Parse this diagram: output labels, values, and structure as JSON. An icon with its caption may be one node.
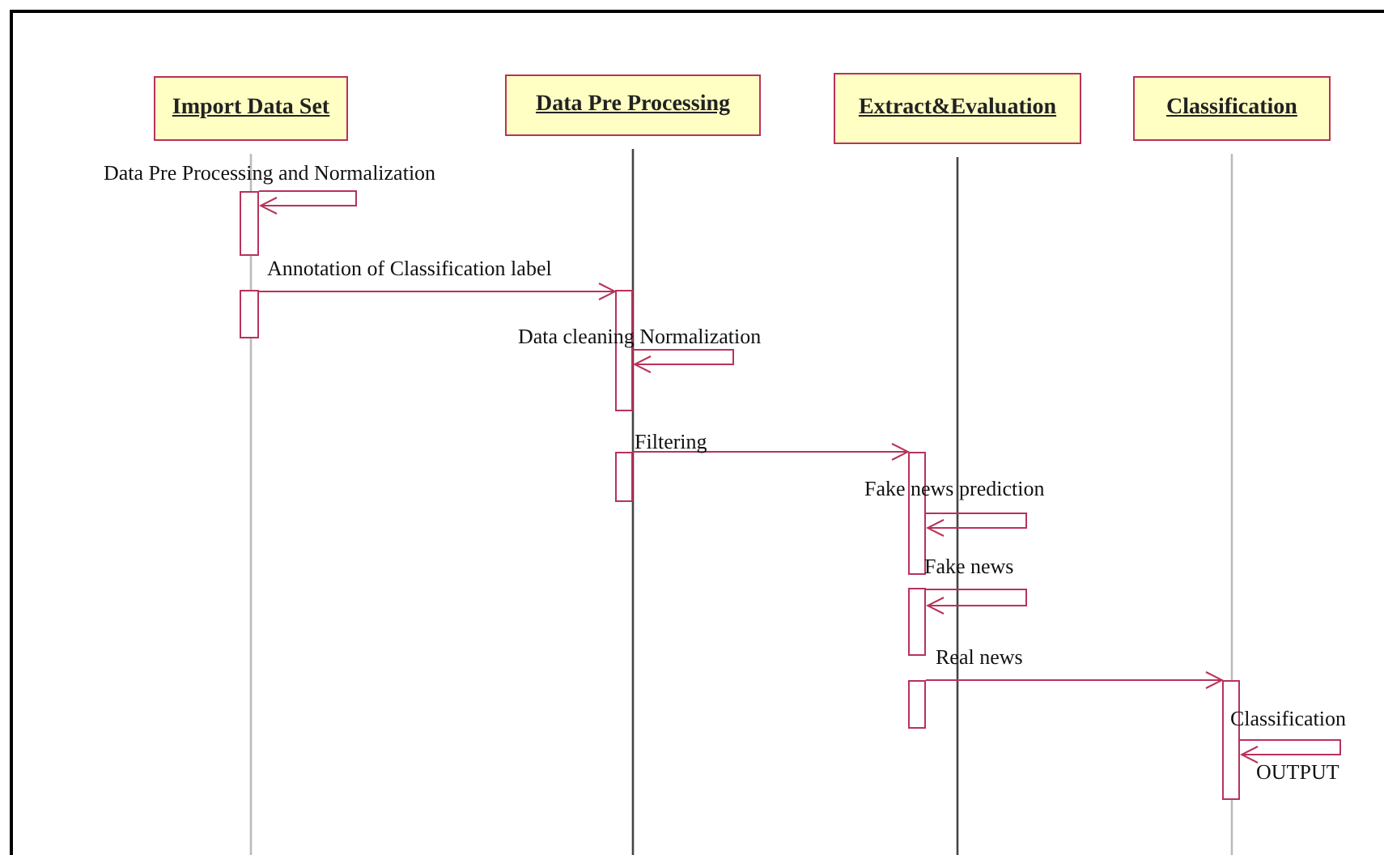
{
  "diagram": {
    "nodes": [
      {
        "text": [
          "Import Data Set"
        ]
      },
      {
        "text": [
          "Data Pre Processing"
        ]
      },
      {
        "text": [
          "Extract&Evaluation"
        ]
      },
      {
        "text": [
          "Classification"
        ]
      },
      {
        "text": [],
        "shape": "bar"
      },
      {
        "text": [],
        "shape": "bar"
      },
      {
        "text": [],
        "shape": "bar"
      },
      {
        "text": [],
        "shape": "bar"
      },
      {
        "text": [],
        "shape": "bar"
      },
      {
        "text": [],
        "shape": "bar"
      },
      {
        "text": [],
        "shape": "bar"
      },
      {
        "text": [],
        "shape": "bar"
      }
    ],
    "edges": [
      {
        "from": 4,
        "to": 4,
        "arrow": "to",
        "label": "Data Pre Processing and Normalization"
      },
      {
        "from": 5,
        "to": 6,
        "arrow": "to",
        "label": "Annotation of Classification label"
      },
      {
        "from": 6,
        "to": 6,
        "arrow": "to",
        "label": "Data cleaning Normalization"
      },
      {
        "from": 7,
        "to": 8,
        "arrow": "to",
        "label": "Filtering"
      },
      {
        "from": 8,
        "to": 8,
        "arrow": "to",
        "label": "Fake news prediction"
      },
      {
        "from": 9,
        "to": 9,
        "arrow": "to",
        "label": "Fake news"
      },
      {
        "from": 10,
        "to": 11,
        "arrow": "to",
        "label": "Real news"
      },
      {
        "from": 11,
        "to": 11,
        "arrow": "to",
        "label": "Classification"
      }
    ],
    "labels": [
      "OUTPUT"
    ]
  }
}
